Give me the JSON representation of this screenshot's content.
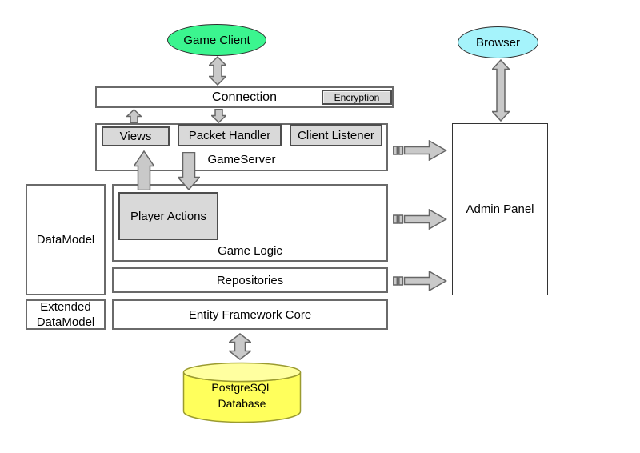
{
  "nodes": {
    "game_client": "Game Client",
    "browser": "Browser",
    "connection": "Connection",
    "encryption": "Encryption",
    "views": "Views",
    "packet_handler": "Packet Handler",
    "client_listener": "Client Listener",
    "game_server": "GameServer",
    "data_model": "DataModel",
    "player_actions": "Player Actions",
    "game_logic": "Game Logic",
    "repositories": "Repositories",
    "extended_data_model": {
      "line1": "Extended",
      "line2": "DataModel"
    },
    "entity_framework_core": "Entity Framework Core",
    "admin_panel": "Admin Panel",
    "database_label": {
      "line1": "PostgreSQL",
      "line2": "Database"
    }
  },
  "colors": {
    "game_client_fill": "#3BF58F",
    "browser_fill": "#A5F3FB",
    "database_fill": "#FFFF5C",
    "database_top_fill": "#FFFFA0",
    "database_border": "#9B9B30",
    "gray_fill": "#D9D9D9",
    "arrow_fill": "#C9C9C9",
    "arrow_border": "#666666"
  }
}
